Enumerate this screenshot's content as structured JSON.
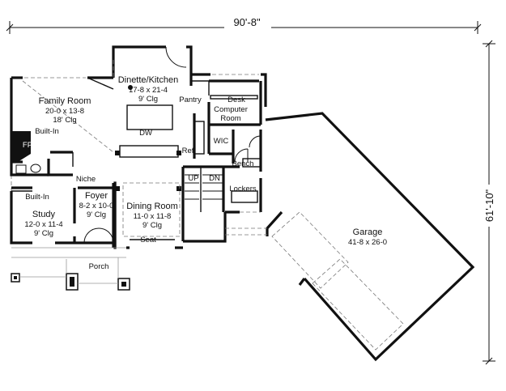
{
  "dimensions": {
    "overall_width": "90'-8\"",
    "overall_depth": "61'-10\""
  },
  "rooms": {
    "family_room": {
      "name": "Family Room",
      "size": "20-0 x 13-8",
      "ceiling": "18' Clg"
    },
    "dinette_kitchen": {
      "name": "Dinette/Kitchen",
      "size": "17-8 x 21-4",
      "ceiling": "9' Clg"
    },
    "dining_room": {
      "name": "Dining Room",
      "size": "11-0 x 11-8",
      "ceiling": "9' Clg"
    },
    "foyer": {
      "name": "Foyer",
      "size": "8-2 x 10-0",
      "ceiling": "9' Clg"
    },
    "study": {
      "name": "Study",
      "size": "12-0 x 11-4",
      "ceiling": "9' Clg"
    },
    "garage": {
      "name": "Garage",
      "size": "41-8 x 26-0"
    },
    "computer_room": {
      "name_line1": "Computer",
      "name_line2": "Room"
    }
  },
  "labels": {
    "pantry": "Pantry",
    "desk": "Desk",
    "wic": "WIC",
    "ref": "Ref",
    "dw": "DW",
    "fp": "FP",
    "built_in_family": "Built-In",
    "built_in_study": "Built-In",
    "niche": "Niche",
    "up": "UP",
    "dn": "DN",
    "bench": "Bench",
    "lockers": "Lockers",
    "seat": "Seat",
    "porch": "Porch"
  }
}
